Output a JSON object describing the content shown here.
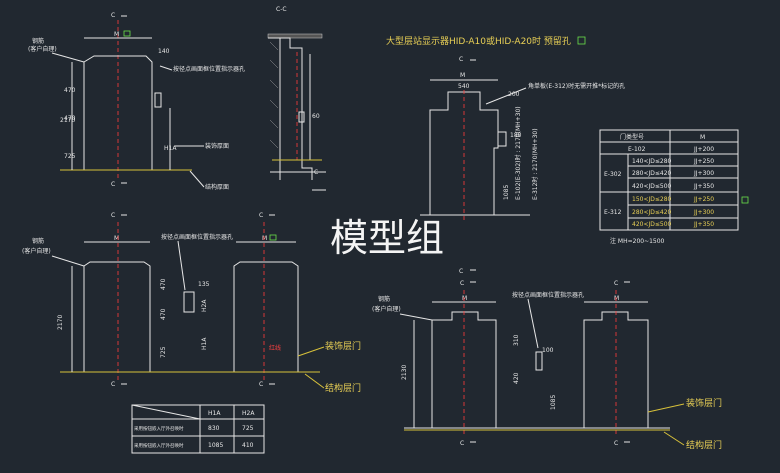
{
  "title": "大型层站显示器HID-A10或HID-A20时 预留孔",
  "watermark": "模型组",
  "section_marks": {
    "c": "C",
    "cc": "C-C",
    "m": "M",
    "m_flag": "M"
  },
  "labels": {
    "steel_ribs": "钢筋",
    "customer_supply": "(客户自理)",
    "hole_note": "按径点画面框位置指示器孔",
    "decor_door": "装饰层门",
    "struct_door": "结构层门",
    "decor_face": "装饰厚面",
    "struct_face": "结构厚面",
    "red_note": "红线",
    "right_hole_note": "角单板(E-312)时无需开推*标记的孔"
  },
  "dims": {
    "d2170": "2170",
    "d470": "470",
    "d725": "725",
    "d470b": "470",
    "d140": "140",
    "d60": "60",
    "d135": "135",
    "d540": "540",
    "d200": "200",
    "d180": "180",
    "d1085": "1085",
    "d100": "100",
    "d2130": "2130",
    "d310": "310",
    "d420": "420",
    "h1a": "H1A",
    "h2a": "H2A",
    "side_1": "E-102(E-302)时 : 2170(MH+30)",
    "side_2": "E-312时 : 2170(MH+30)"
  },
  "mh_table": {
    "header_left": "门类型号",
    "header_right": "M",
    "row_e102_label": "E-102",
    "row_e102_value": "JJ+200",
    "row_e302_label": "E-302",
    "row_e312_label": "E-312",
    "e302_rows": [
      {
        "range": "140<JD≤280",
        "value": "JJ+250"
      },
      {
        "range": "280<JD≤420",
        "value": "JJ+300"
      },
      {
        "range": "420<JD≤500",
        "value": "JJ+350"
      }
    ],
    "e312_rows": [
      {
        "range": "150<JD≤280",
        "value": "JJ+250"
      },
      {
        "range": "280<JD≤420",
        "value": "JJ+300"
      },
      {
        "range": "420<JD≤500",
        "value": "JJ+350"
      }
    ],
    "note": "注 MH=200~1500"
  },
  "h_table": {
    "col1": "H1A",
    "col2": "H2A",
    "rows": [
      {
        "label": "采用按钮嵌入厅外召唤时",
        "h1a": "830",
        "h2a": "725"
      },
      {
        "label": "采用按钮嵌入厅外召唤时",
        "h1a": "1085",
        "h2a": "410"
      }
    ]
  }
}
